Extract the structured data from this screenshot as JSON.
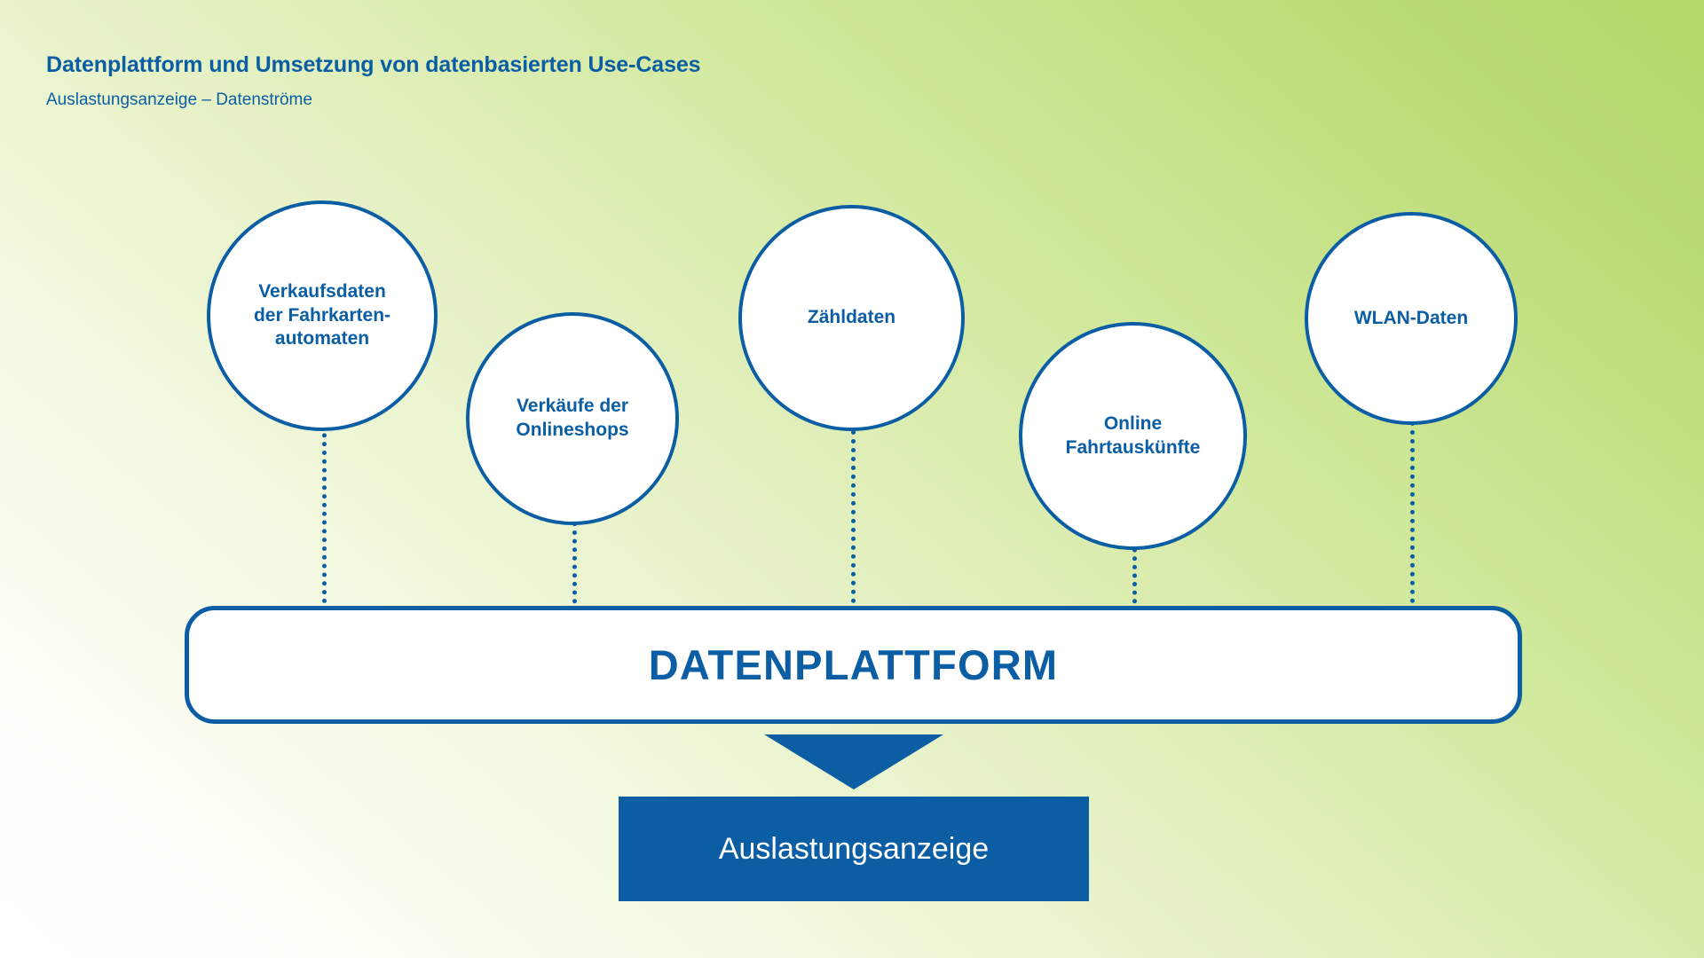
{
  "header": {
    "title": "Datenplattform und Umsetzung von datenbasierten Use-Cases",
    "subtitle": "Auslastungsanzeige – Datenströme"
  },
  "colors": {
    "brand_blue": "#0b5ea3",
    "circle_fill": "#ffffff",
    "output_box_fill": "#0b5ea3",
    "output_box_text": "#ffffff",
    "background_green": "#b2d868",
    "background_white": "#ffffff"
  },
  "diagram": {
    "type": "data-flow",
    "sources": [
      {
        "id": "verkaufsdaten-fahrkartenautomaten",
        "label": "Verkaufsdaten\nder Fahrkarten-\nautomaten"
      },
      {
        "id": "verkaeufe-onlineshops",
        "label": "Verkäufe der\nOnlineshops"
      },
      {
        "id": "zaehldaten",
        "label": "Zähldaten"
      },
      {
        "id": "online-fahrtauskuenfte",
        "label": "Online\nFahrtauskünfte"
      },
      {
        "id": "wlan-daten",
        "label": "WLAN-Daten"
      }
    ],
    "platform": {
      "id": "datenplattform",
      "label": "DATENPLATTFORM"
    },
    "output": {
      "id": "auslastungsanzeige",
      "label": "Auslastungsanzeige"
    },
    "arrow": {
      "id": "down-arrow",
      "direction": "down"
    }
  }
}
